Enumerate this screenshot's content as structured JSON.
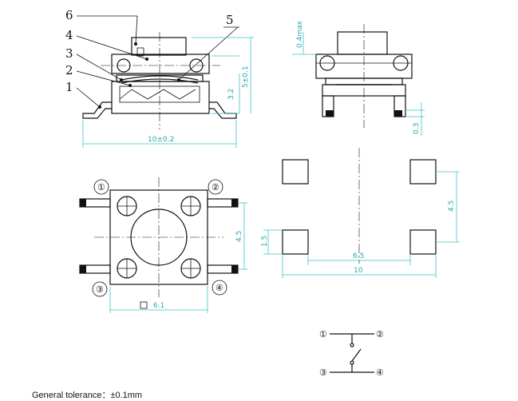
{
  "parts": [
    "1",
    "2",
    "3",
    "4",
    "5",
    "6"
  ],
  "dims": {
    "side_width": "10±0.2",
    "side_height": "3.2",
    "side_total": "5±0.1",
    "top_pitch_y": "4.5",
    "top_pitch_x": "6.1",
    "gap_top": "0.4max",
    "lead_t": "0.3",
    "pad_pitch_y": "4.5",
    "pad_size": "1.5",
    "pad_pitch_x": "6.5",
    "pad_span": "10"
  },
  "pins": [
    "①",
    "②",
    "③",
    "④"
  ],
  "note": "General tolerance：±0.1mm"
}
